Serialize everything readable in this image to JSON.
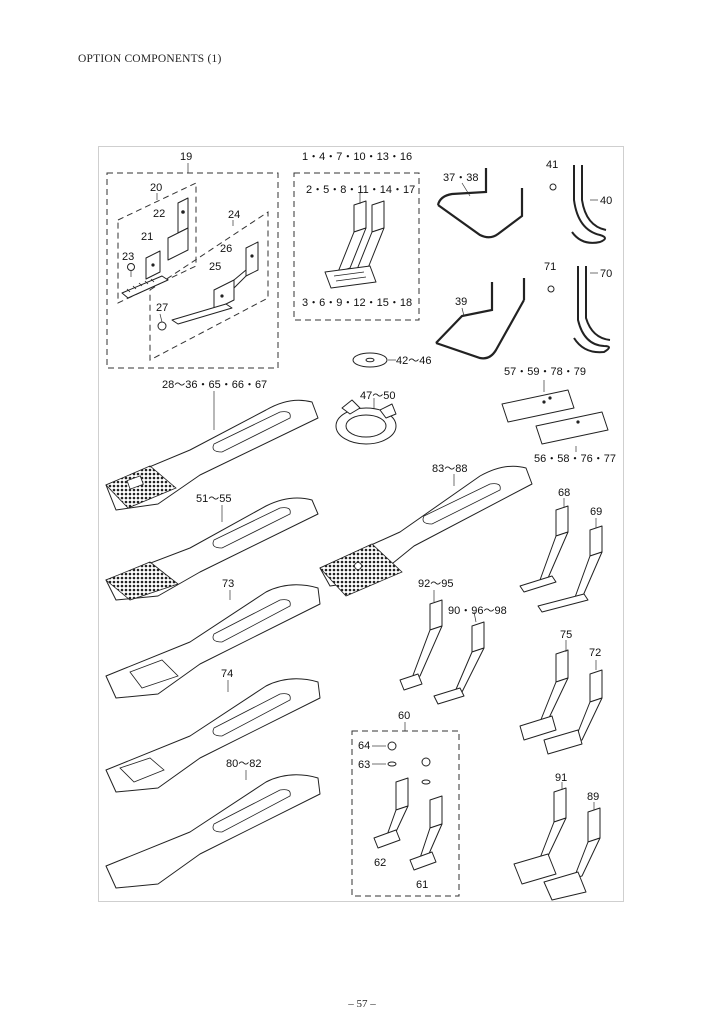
{
  "page": {
    "title": "OPTION COMPONENTS (1)",
    "page_number": "– 57 –"
  },
  "labels": {
    "l19": "19",
    "l20": "20",
    "l22": "22",
    "l21": "21",
    "l23": "23",
    "l24": "24",
    "l26": "26",
    "l25": "25",
    "l27": "27",
    "l_top1": "1・4・7・10・13・16",
    "l_top2": "2・5・8・11・14・17",
    "l_top3": "3・6・9・12・15・18",
    "l3738": "37・38",
    "l39": "39",
    "l41": "41",
    "l40": "40",
    "l71": "71",
    "l70": "70",
    "l4246": "42〜46",
    "l4750": "47〜50",
    "l5779": "57・59・78・79",
    "l5677": "56・58・76・77",
    "l2867": "28〜36・65・66・67",
    "l5155": "51〜55",
    "l8388": "83〜88",
    "l73": "73",
    "l74": "74",
    "l8082": "80〜82",
    "l68": "68",
    "l69": "69",
    "l9295": "92〜95",
    "l9098": "90・96〜98",
    "l75": "75",
    "l72": "72",
    "l60": "60",
    "l64": "64",
    "l63": "63",
    "l62": "62",
    "l61": "61",
    "l91": "91",
    "l89": "89"
  }
}
